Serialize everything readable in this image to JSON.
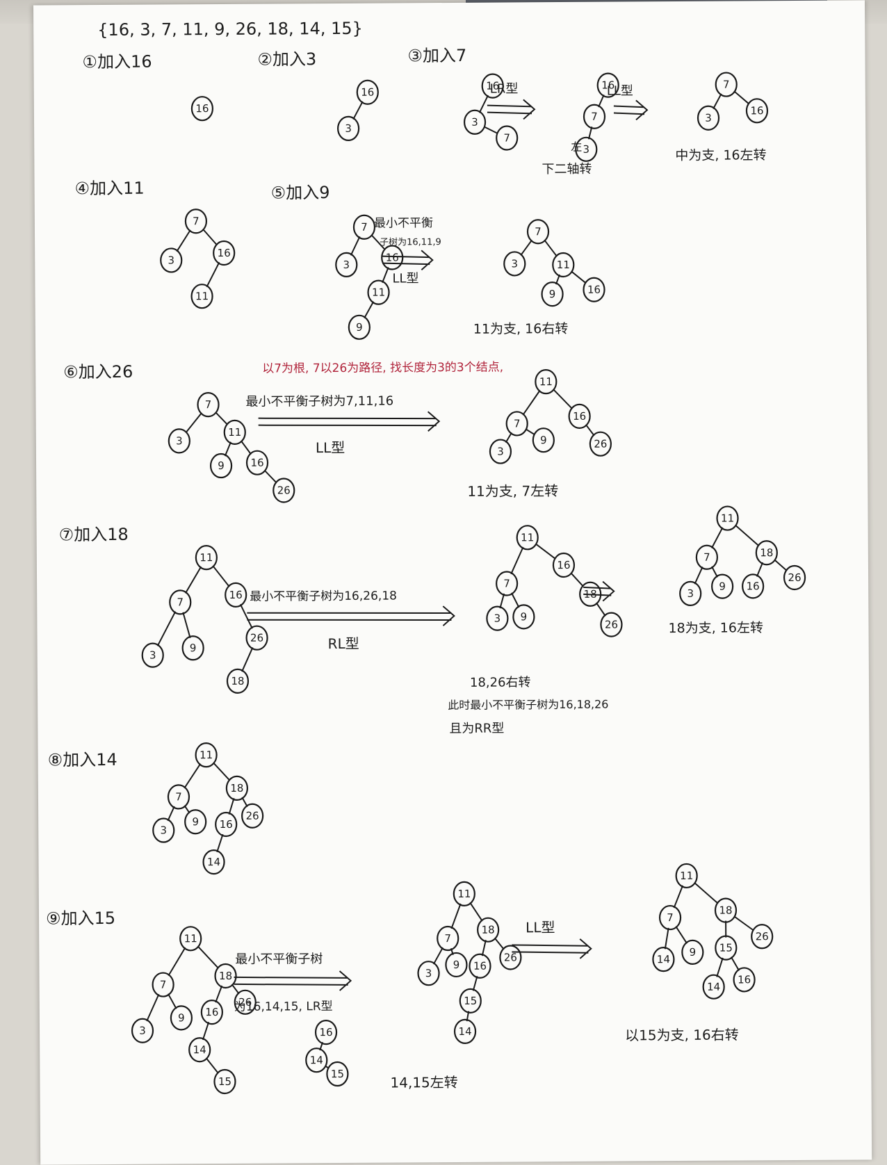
{
  "header": {
    "sequence": "{16, 3, 7, 11, 9, 26, 18, 14, 15}"
  },
  "steps": [
    {
      "title": "①加入16"
    },
    {
      "title": "②加入3"
    },
    {
      "title": "③加入7",
      "arrow1": "LR型",
      "arrow2": "LL型",
      "note_left": "左",
      "note_rotate": "下二轴转",
      "result": "中为支, 16左转"
    },
    {
      "title": "④加入11"
    },
    {
      "title": "⑤加入9",
      "arrow_top": "最小不平衡",
      "arrow_mid": "子树为16,11,9",
      "arrow_bottom": "LL型",
      "result": "11为支, 16右转"
    },
    {
      "title": "⑥加入26",
      "red_note": "以7为根, 7以26为路径, 找长度为3的3个结点,",
      "arrow_top": "最小不平衡子树为7,11,16",
      "arrow_bottom": "LL型",
      "result": "11为支, 7左转"
    },
    {
      "title": "⑦加入18",
      "arrow_top": "最小不平衡子树为16,26,18",
      "arrow_bottom": "RL型",
      "note_mid1": "18,26右转",
      "note_mid2": "此时最小不平衡子树为16,18,26",
      "note_mid3": "且为RR型",
      "result": "18为支, 16左转"
    },
    {
      "title": "⑧加入14"
    },
    {
      "title": "⑨加入15",
      "arrow_top": "最小不平衡子树",
      "arrow_bottom": "为16,14,15, LR型",
      "mid_caption": "14,15左转",
      "arrow2": "LL型",
      "result": "以15为支, 16右转"
    }
  ],
  "trees": {
    "t1": {
      "nodes": [
        [
          "16",
          242,
          150
        ]
      ],
      "edges": []
    },
    "t2": {
      "nodes": [
        [
          "16",
          480,
          128
        ],
        [
          "3",
          452,
          180
        ]
      ],
      "edges": [
        [
          0,
          1
        ]
      ]
    },
    "t3a": {
      "nodes": [
        [
          "16",
          660,
          120
        ],
        [
          "3",
          634,
          172
        ],
        [
          "7",
          680,
          195
        ]
      ],
      "edges": [
        [
          0,
          1
        ],
        [
          1,
          2
        ]
      ]
    },
    "t3b": {
      "nodes": [
        [
          "16",
          826,
          120
        ],
        [
          "7",
          806,
          165
        ],
        [
          "3",
          794,
          212
        ]
      ],
      "edges": [
        [
          0,
          1
        ],
        [
          1,
          2
        ]
      ]
    },
    "t3c": {
      "nodes": [
        [
          "7",
          996,
          120
        ],
        [
          "3",
          970,
          168
        ],
        [
          "16",
          1040,
          158
        ]
      ],
      "edges": [
        [
          0,
          1
        ],
        [
          0,
          2
        ]
      ]
    },
    "t4": {
      "nodes": [
        [
          "7",
          232,
          312
        ],
        [
          "3",
          196,
          368
        ],
        [
          "16",
          272,
          358
        ],
        [
          "11",
          240,
          420
        ]
      ],
      "edges": [
        [
          0,
          1
        ],
        [
          0,
          2
        ],
        [
          2,
          3
        ]
      ]
    },
    "t5a": {
      "nodes": [
        [
          "7",
          474,
          322
        ],
        [
          "3",
          448,
          376
        ],
        [
          "16",
          514,
          366
        ],
        [
          "11",
          494,
          416
        ],
        [
          "9",
          466,
          466
        ]
      ],
      "edges": [
        [
          0,
          1
        ],
        [
          0,
          2
        ],
        [
          2,
          3
        ],
        [
          3,
          4
        ]
      ]
    },
    "t5b": {
      "nodes": [
        [
          "7",
          724,
          330
        ],
        [
          "3",
          690,
          376
        ],
        [
          "11",
          760,
          378
        ],
        [
          "9",
          744,
          420
        ],
        [
          "16",
          804,
          414
        ]
      ],
      "edges": [
        [
          0,
          1
        ],
        [
          0,
          2
        ],
        [
          2,
          3
        ],
        [
          2,
          4
        ]
      ]
    },
    "t6a": {
      "nodes": [
        [
          "7",
          248,
          576
        ],
        [
          "3",
          206,
          628
        ],
        [
          "11",
          286,
          616
        ],
        [
          "9",
          266,
          664
        ],
        [
          "16",
          318,
          660
        ],
        [
          "26",
          356,
          700
        ]
      ],
      "edges": [
        [
          0,
          1
        ],
        [
          0,
          2
        ],
        [
          2,
          3
        ],
        [
          2,
          4
        ],
        [
          4,
          5
        ]
      ]
    },
    "t6b": {
      "nodes": [
        [
          "11",
          734,
          546
        ],
        [
          "7",
          692,
          606
        ],
        [
          "16",
          782,
          596
        ],
        [
          "3",
          668,
          646
        ],
        [
          "9",
          730,
          630
        ],
        [
          "26",
          812,
          636
        ]
      ],
      "edges": [
        [
          0,
          1
        ],
        [
          0,
          2
        ],
        [
          1,
          3
        ],
        [
          1,
          4
        ],
        [
          2,
          5
        ]
      ]
    },
    "t7a": {
      "nodes": [
        [
          "11",
          244,
          796
        ],
        [
          "7",
          206,
          860
        ],
        [
          "16",
          286,
          850
        ],
        [
          "3",
          166,
          936
        ],
        [
          "9",
          224,
          926
        ],
        [
          "26",
          316,
          912
        ],
        [
          "18",
          288,
          974
        ]
      ],
      "edges": [
        [
          0,
          1
        ],
        [
          0,
          2
        ],
        [
          1,
          3
        ],
        [
          1,
          4
        ],
        [
          2,
          5
        ],
        [
          5,
          6
        ]
      ]
    },
    "t7b": {
      "nodes": [
        [
          "11",
          706,
          770
        ],
        [
          "7",
          676,
          836
        ],
        [
          "16",
          758,
          810
        ],
        [
          "3",
          662,
          886
        ],
        [
          "9",
          700,
          884
        ],
        [
          "18",
          796,
          852
        ],
        [
          "26",
          826,
          896
        ]
      ],
      "edges": [
        [
          0,
          1
        ],
        [
          0,
          2
        ],
        [
          1,
          3
        ],
        [
          1,
          4
        ],
        [
          2,
          5
        ],
        [
          5,
          6
        ]
      ]
    },
    "t7c": {
      "nodes": [
        [
          "11",
          994,
          744
        ],
        [
          "7",
          964,
          800
        ],
        [
          "18",
          1050,
          794
        ],
        [
          "3",
          940,
          852
        ],
        [
          "9",
          986,
          842
        ],
        [
          "16",
          1030,
          842
        ],
        [
          "26",
          1090,
          830
        ]
      ],
      "edges": [
        [
          0,
          1
        ],
        [
          0,
          2
        ],
        [
          1,
          3
        ],
        [
          1,
          4
        ],
        [
          2,
          5
        ],
        [
          2,
          6
        ]
      ]
    },
    "t8": {
      "nodes": [
        [
          "11",
          242,
          1080
        ],
        [
          "7",
          202,
          1140
        ],
        [
          "18",
          286,
          1128
        ],
        [
          "3",
          180,
          1188
        ],
        [
          "9",
          226,
          1176
        ],
        [
          "16",
          270,
          1180
        ],
        [
          "26",
          308,
          1168
        ],
        [
          "14",
          252,
          1234
        ]
      ],
      "edges": [
        [
          0,
          1
        ],
        [
          0,
          2
        ],
        [
          1,
          3
        ],
        [
          1,
          4
        ],
        [
          2,
          5
        ],
        [
          2,
          6
        ],
        [
          5,
          7
        ]
      ]
    },
    "t9a": {
      "nodes": [
        [
          "11",
          218,
          1344
        ],
        [
          "7",
          178,
          1410
        ],
        [
          "18",
          268,
          1398
        ],
        [
          "3",
          148,
          1476
        ],
        [
          "9",
          204,
          1458
        ],
        [
          "16",
          248,
          1450
        ],
        [
          "26",
          296,
          1436
        ],
        [
          "14",
          230,
          1504
        ],
        [
          "15",
          266,
          1550
        ]
      ],
      "edges": [
        [
          0,
          1
        ],
        [
          0,
          2
        ],
        [
          1,
          3
        ],
        [
          1,
          4
        ],
        [
          2,
          5
        ],
        [
          2,
          6
        ],
        [
          5,
          7
        ],
        [
          7,
          8
        ]
      ]
    },
    "t9s": {
      "nodes": [
        [
          "16",
          412,
          1480
        ],
        [
          "14",
          398,
          1520
        ],
        [
          "15",
          428,
          1540
        ]
      ],
      "edges": [
        [
          0,
          1
        ],
        [
          1,
          2
        ]
      ]
    },
    "t9b": {
      "nodes": [
        [
          "11",
          612,
          1282
        ],
        [
          "7",
          588,
          1346
        ],
        [
          "18",
          646,
          1334
        ],
        [
          "3",
          560,
          1396
        ],
        [
          "9",
          600,
          1384
        ],
        [
          "16",
          634,
          1386
        ],
        [
          "26",
          678,
          1374
        ],
        [
          "15",
          620,
          1436
        ],
        [
          "14",
          612,
          1480
        ]
      ],
      "edges": [
        [
          0,
          1
        ],
        [
          0,
          2
        ],
        [
          1,
          3
        ],
        [
          1,
          4
        ],
        [
          2,
          5
        ],
        [
          2,
          6
        ],
        [
          5,
          7
        ],
        [
          7,
          8
        ]
      ]
    },
    "t9c": {
      "nodes": [
        [
          "11",
          932,
          1258
        ],
        [
          "7",
          908,
          1318
        ],
        [
          "18",
          988,
          1308
        ],
        [
          "14",
          898,
          1378
        ],
        [
          "9",
          940,
          1368
        ],
        [
          "15",
          988,
          1362
        ],
        [
          "26",
          1040,
          1346
        ],
        [
          "14",
          970,
          1418
        ],
        [
          "16",
          1014,
          1408
        ]
      ],
      "edges": [
        [
          0,
          1
        ],
        [
          0,
          2
        ],
        [
          1,
          3
        ],
        [
          1,
          4
        ],
        [
          2,
          5
        ],
        [
          2,
          6
        ],
        [
          5,
          7
        ],
        [
          5,
          8
        ]
      ]
    }
  }
}
